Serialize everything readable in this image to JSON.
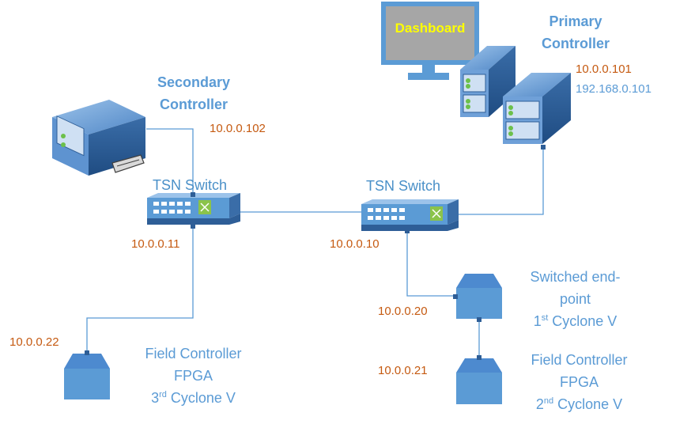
{
  "dashboard": {
    "label": "Dashboard"
  },
  "primary_controller": {
    "title_line1": "Primary",
    "title_line2": "Controller",
    "ip1": "10.0.0.101",
    "ip2": "192.168.0.101"
  },
  "secondary_controller": {
    "title_line1": "Secondary",
    "title_line2": "Controller",
    "ip": "10.0.0.102"
  },
  "switch_left": {
    "label": "TSN Switch",
    "ip": "10.0.0.11"
  },
  "switch_right": {
    "label": "TSN Switch",
    "ip": "10.0.0.10"
  },
  "switched_endpoint": {
    "line1": "Switched end-",
    "line2": "point",
    "line3_num": "1",
    "line3_sup": "st",
    "line3_rest": " Cyclone V",
    "ip": "10.0.0.20"
  },
  "field_controller_2": {
    "line1": "Field Controller",
    "line2": "FPGA",
    "line3_num": "2",
    "line3_sup": "nd",
    "line3_rest": " Cyclone V",
    "ip": "10.0.0.21"
  },
  "field_controller_3": {
    "line1": "Field Controller",
    "line2": "FPGA",
    "line3_num": "3",
    "line3_sup": "rd",
    "line3_rest": " Cyclone V",
    "ip": "10.0.0.22"
  }
}
